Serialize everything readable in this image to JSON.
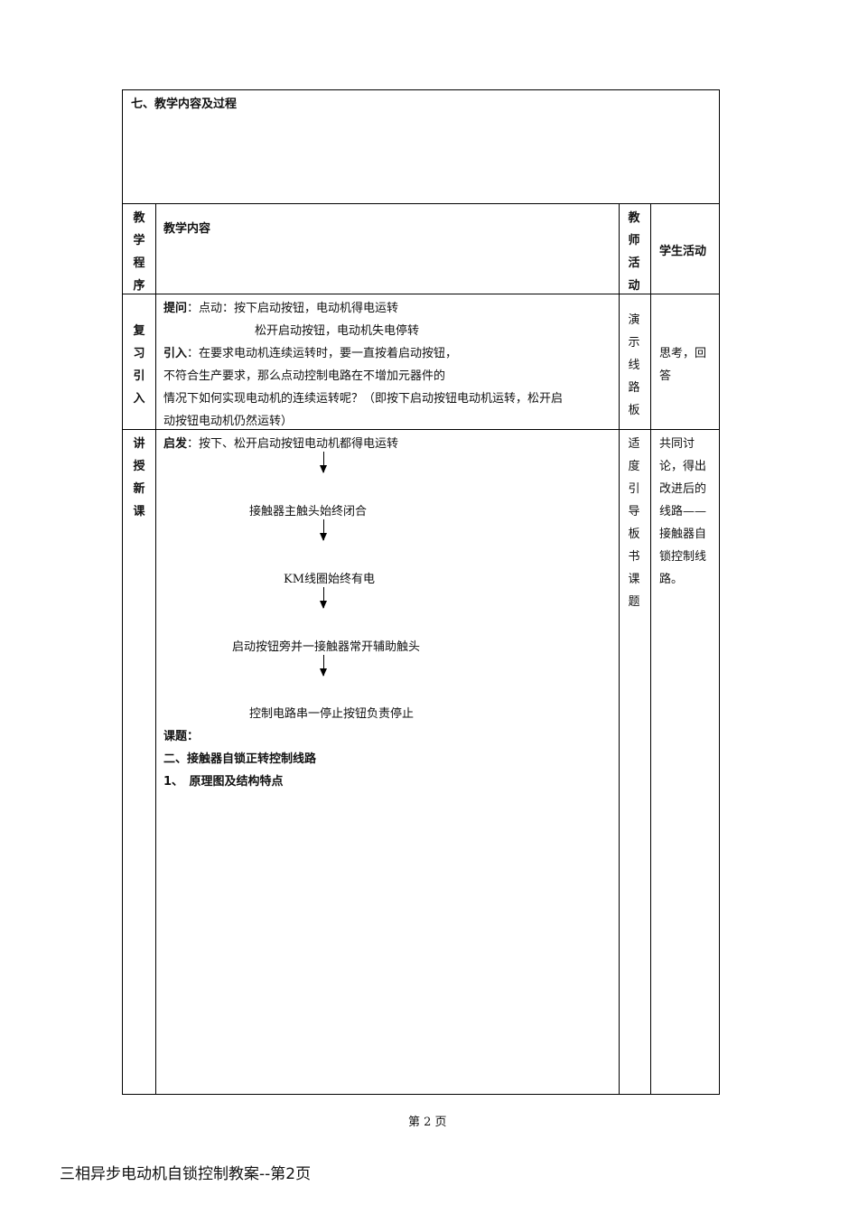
{
  "section_title": "七、教学内容及过程",
  "headers": {
    "procedure": "教学程序",
    "content": "教学内容",
    "teacher": "教师活动",
    "student": "学生活动"
  },
  "review": {
    "procedure": "复习引入",
    "q_label": "提问",
    "q_line1": "：点动：按下启动按钮，电动机得电运转",
    "q_line2": "松开启动按钮，电动机失电停转",
    "i_label": "引入",
    "i_line1": "：在要求电动机连续运转时，要一直按着启动按钮，",
    "i_line2": "不符合生产要求，那么点动控制电路在不增加元器件的",
    "i_line3": "情况下如何实现电动机的连续运转呢？（即按下启动按钮电动机运转，松开启",
    "i_line4": "动按钮电动机仍然运转）",
    "teacher": "演示线路板",
    "student": "思考，回答"
  },
  "new_lesson": {
    "procedure": "讲授新课",
    "h_label": "启发",
    "h_line": "：按下、松开启动按钮电动机都得电运转",
    "flow": [
      "接触器主触头始终闭合",
      "KM线圈始终有电",
      "启动按钮旁并一接触器常开辅助触头",
      "控制电路串一停止按钮负责停止"
    ],
    "topic_label": "课题：",
    "topic": "二、接触器自锁正转控制线路",
    "item1": "1、　原理图及结构特点",
    "teacher": "适度引导板书课题",
    "student": "共同讨论，得出改进后的线路——接触器自锁控制线路。"
  },
  "page_number": "第 2 页",
  "footer": "三相异步电动机自锁控制教案--第2页"
}
